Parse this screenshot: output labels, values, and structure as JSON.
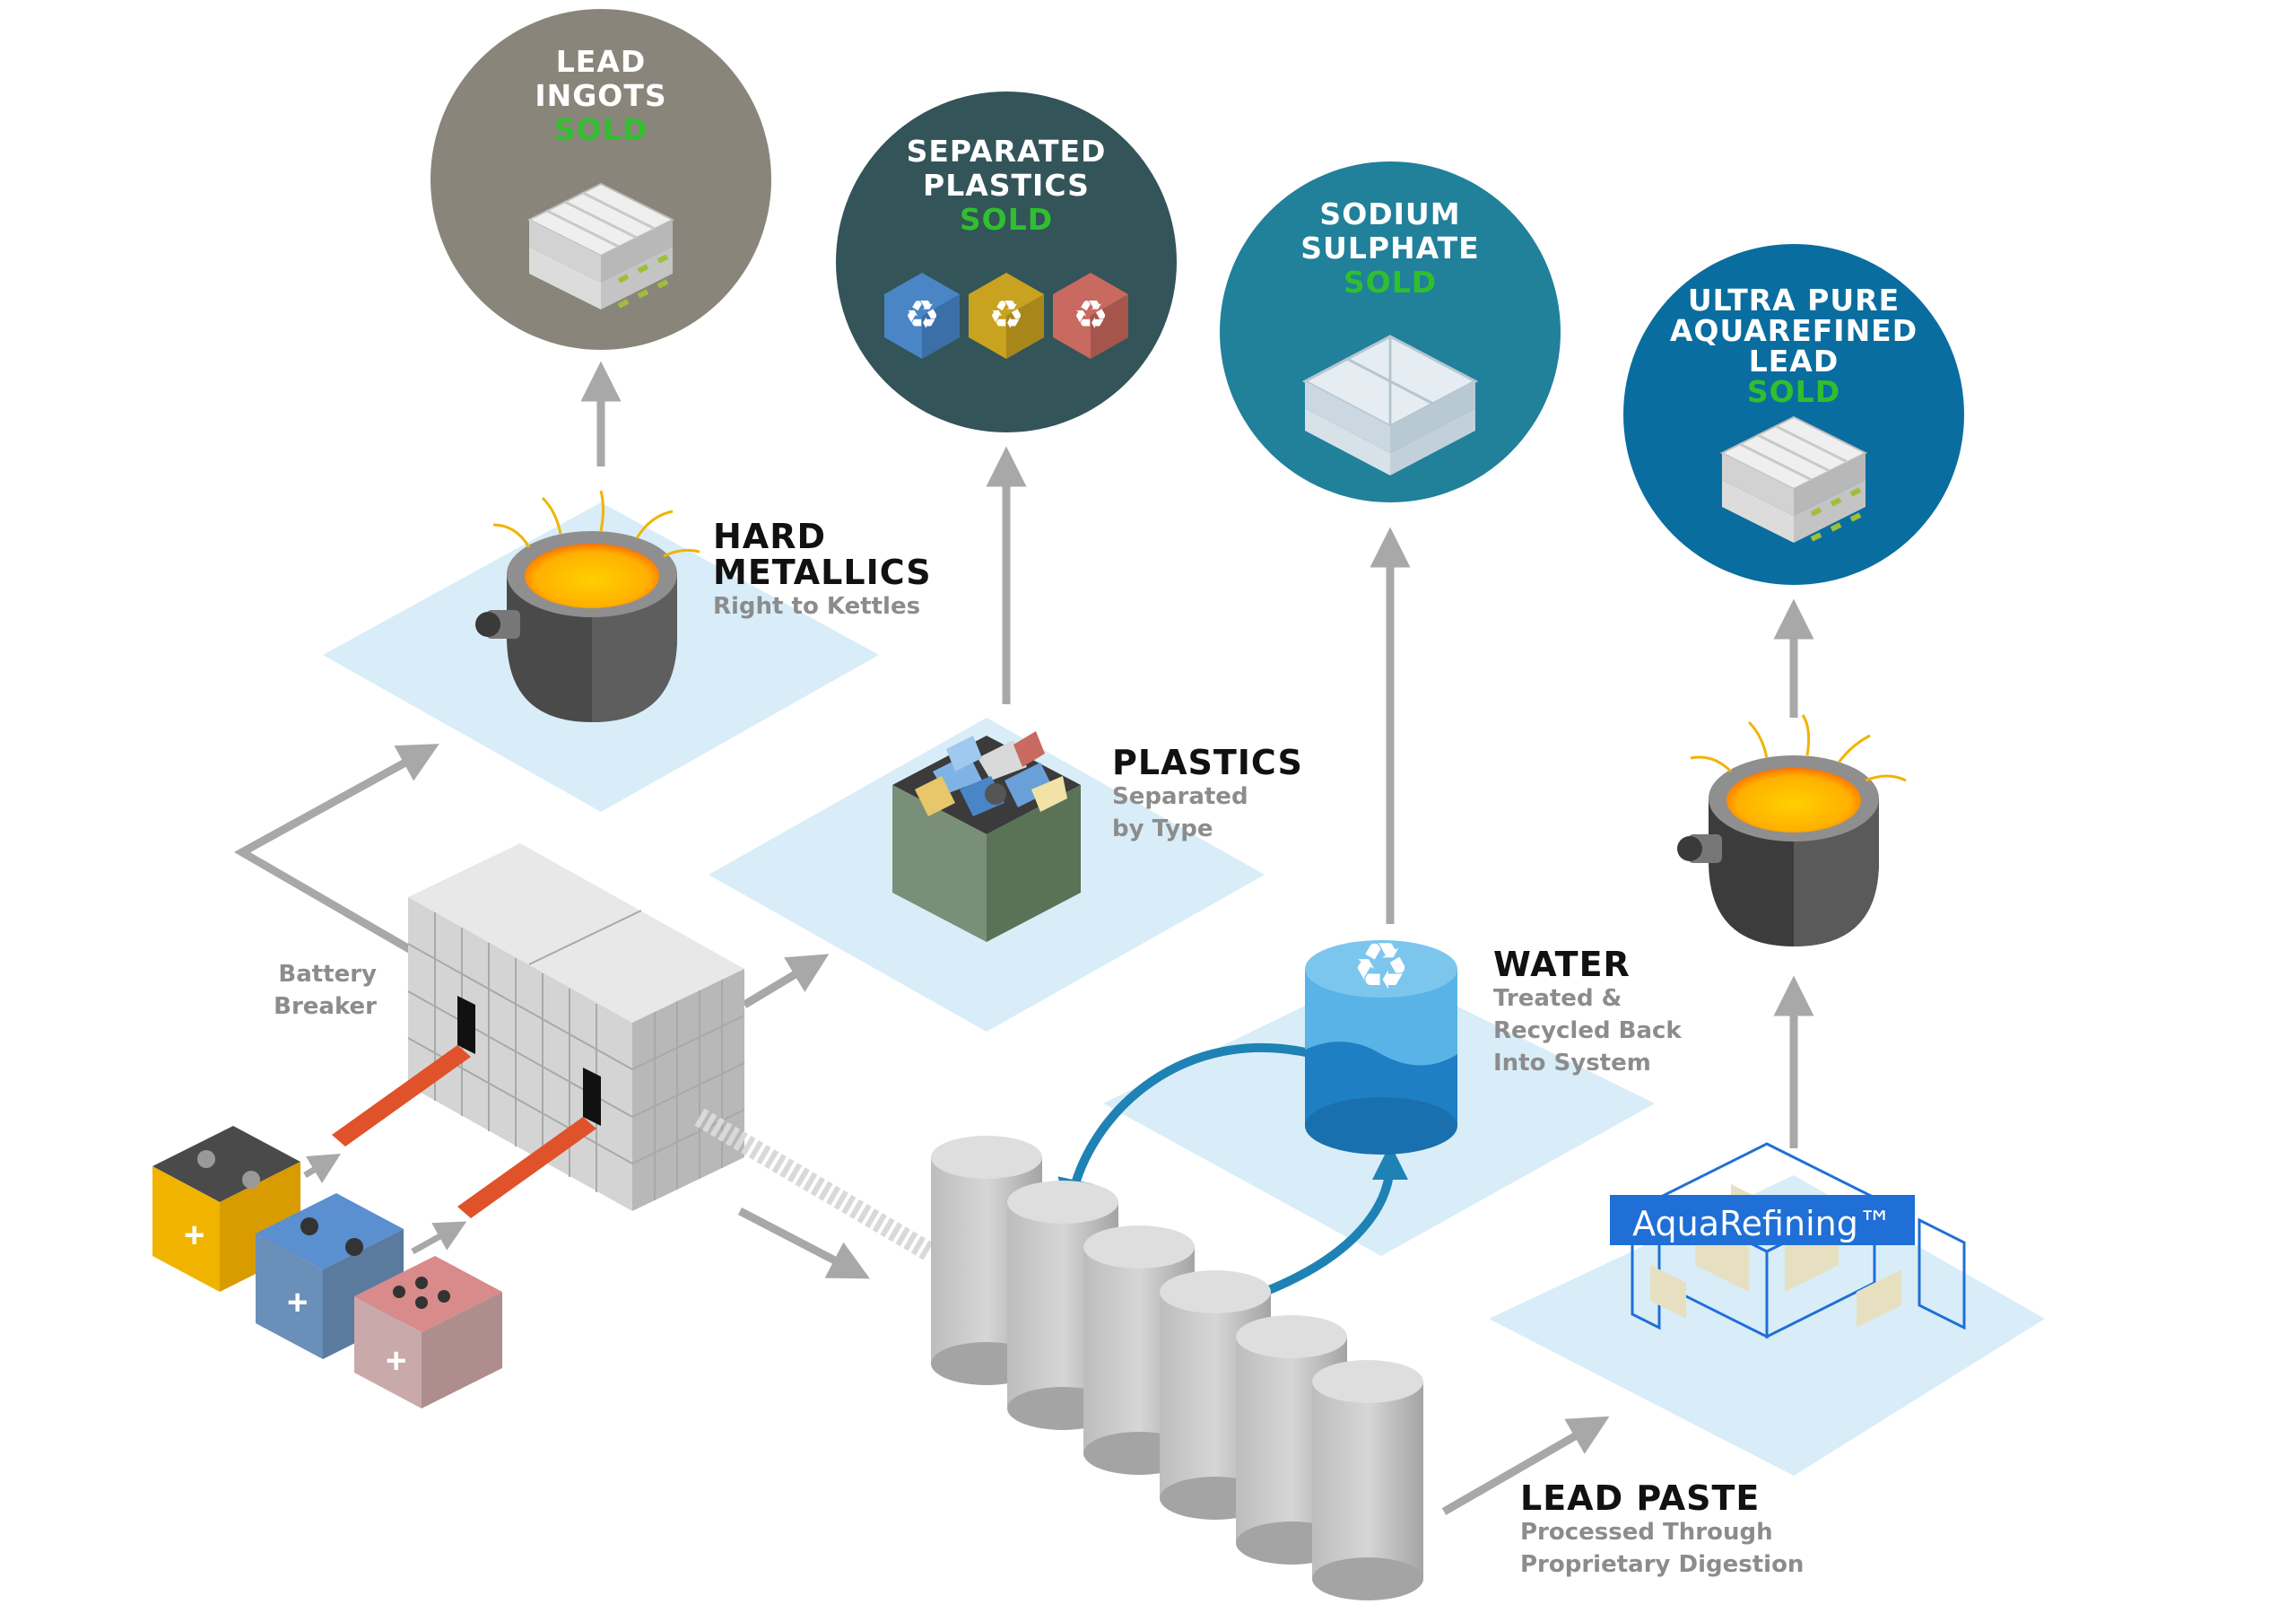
{
  "products": [
    {
      "line1": "LEAD",
      "line2": "INGOTS",
      "line3": "",
      "sold": "SOLD"
    },
    {
      "line1": "SEPARATED",
      "line2": "PLASTICS",
      "line3": "",
      "sold": "SOLD"
    },
    {
      "line1": "SODIUM",
      "line2": "SULPHATE",
      "line3": "",
      "sold": "SOLD"
    },
    {
      "line1": "ULTRA PURE",
      "line2": "AQUAREFINED",
      "line3": "LEAD",
      "sold": "SOLD"
    }
  ],
  "stages": {
    "hard_metallics": {
      "title1": "HARD",
      "title2": "METALLICS",
      "sub1": "Right to Kettles",
      "sub2": ""
    },
    "plastics": {
      "title1": "PLASTICS",
      "title2": "",
      "sub1": "Separated",
      "sub2": "by Type"
    },
    "water": {
      "title1": "WATER",
      "title2": "",
      "sub1": "Treated &",
      "sub2": "Recycled Back",
      "sub3": "Into System"
    },
    "lead_paste": {
      "title1": "LEAD PASTE",
      "title2": "",
      "sub1": "Processed Through",
      "sub2": "Proprietary Digestion"
    }
  },
  "breaker": {
    "line1": "Battery",
    "line2": "Breaker"
  },
  "aquarefining_label": "AquaRefining™",
  "colors": {
    "lead_ingots_circle": "#8a857a",
    "plastics_circle": "#335459",
    "sodium_circle": "#21809a",
    "ultra_pure_circle": "#0a6d9f",
    "sold_text": "#2fbf2f",
    "floor_tile": "#d8edf8",
    "arrow_gray": "#a8a8a8",
    "arrow_blue": "#1f82b4",
    "molten": "#ffb000"
  },
  "icons": [
    "lead-ingot-stack-icon",
    "recycle-icon",
    "sodium-bag-icon",
    "kettle-icon",
    "battery-icon",
    "plastic-bin-icon",
    "water-tank-icon",
    "digestion-tank-icon",
    "aquarefining-module-icon"
  ]
}
